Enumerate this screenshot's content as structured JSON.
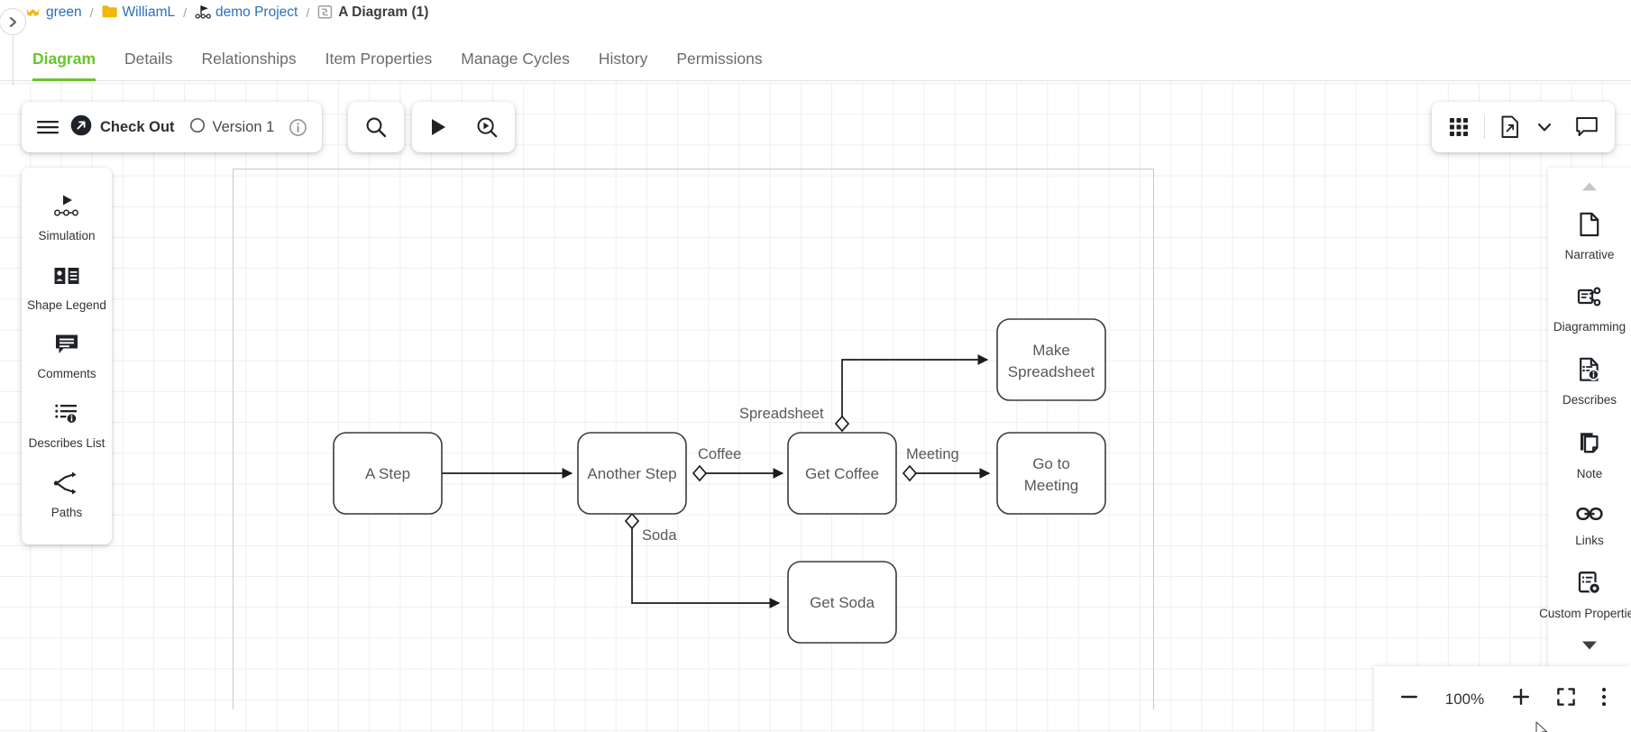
{
  "breadcrumb": {
    "expand_icon": "chevron-right-icon",
    "items": [
      {
        "label": "green",
        "icon": "crown-icon"
      },
      {
        "label": "WilliamL",
        "icon": "folder-icon"
      },
      {
        "label": "demo Project",
        "icon": "process-flag-icon"
      },
      {
        "label": "A Diagram (1)",
        "icon": "diagram-item-icon"
      }
    ],
    "separator": "/"
  },
  "tabs": [
    {
      "label": "Diagram",
      "active": true
    },
    {
      "label": "Details",
      "active": false
    },
    {
      "label": "Relationships",
      "active": false
    },
    {
      "label": "Item Properties",
      "active": false
    },
    {
      "label": "Manage Cycles",
      "active": false
    },
    {
      "label": "History",
      "active": false
    },
    {
      "label": "Permissions",
      "active": false
    }
  ],
  "toolbar": {
    "menu_icon": "hamburger-menu-icon",
    "checkout_icon": "checkout-arrow-icon",
    "checkout_label": "Check Out",
    "version_icon": "version-circle-icon",
    "version_label": "Version 1",
    "info_icon": "info-circle-icon",
    "search_icon": "search-icon",
    "play_icon": "play-icon",
    "play_inspect_icon": "play-in-circle-icon"
  },
  "toolbar_right": {
    "grid_icon": "grid-apps-icon",
    "export_icon": "document-export-icon",
    "chevron_icon": "chevron-down-icon",
    "comment_icon": "comment-bubble-icon"
  },
  "left_panel": [
    {
      "label": "Simulation",
      "icon": "simulation-flow-icon"
    },
    {
      "label": "Shape Legend",
      "icon": "shape-legend-book-icon"
    },
    {
      "label": "Comments",
      "icon": "comment-lines-icon"
    },
    {
      "label": "Describes List",
      "icon": "describes-list-icon"
    },
    {
      "label": "Paths",
      "icon": "paths-branch-icon"
    }
  ],
  "right_panel": {
    "scroll_up_icon": "triangle-up-icon",
    "scroll_down_icon": "triangle-down-icon",
    "items": [
      {
        "label": "Narrative",
        "icon": "document-page-icon"
      },
      {
        "label": "Diagramming",
        "icon": "diagramming-icon"
      },
      {
        "label": "Describes",
        "icon": "describes-doc-icon"
      },
      {
        "label": "Note",
        "icon": "note-stack-icon"
      },
      {
        "label": "Links",
        "icon": "link-chain-icon"
      },
      {
        "label": "Custom Properties",
        "icon": "custom-properties-icon"
      }
    ]
  },
  "zoom_controls": {
    "minus_icon": "minus-icon",
    "level": "100%",
    "plus_icon": "plus-icon",
    "fit_icon": "fit-screen-icon",
    "more_icon": "more-vertical-icon"
  },
  "diagram": {
    "nodes": [
      {
        "id": "a-step",
        "label": "A Step"
      },
      {
        "id": "another-step",
        "label": "Another Step"
      },
      {
        "id": "get-coffee",
        "label": "Get Coffee"
      },
      {
        "id": "make-spreadsheet",
        "label_line1": "Make",
        "label_line2": "Spreadsheet"
      },
      {
        "id": "go-to-meeting",
        "label_line1": "Go to",
        "label_line2": "Meeting"
      },
      {
        "id": "get-soda",
        "label": "Get Soda"
      }
    ],
    "edges": [
      {
        "from": "a-step",
        "to": "another-step",
        "label": ""
      },
      {
        "from": "another-step",
        "to": "get-coffee",
        "label": "Coffee"
      },
      {
        "from": "another-step",
        "to": "get-soda",
        "label": "Soda"
      },
      {
        "from": "get-coffee",
        "to": "make-spreadsheet",
        "label": "Spreadsheet"
      },
      {
        "from": "get-coffee",
        "to": "go-to-meeting",
        "label": "Meeting"
      }
    ]
  },
  "colors": {
    "accent_green": "#67c52b",
    "link_blue": "#2a6ebb",
    "folder_yellow": "#f2b705",
    "ink": "#1f2328"
  }
}
